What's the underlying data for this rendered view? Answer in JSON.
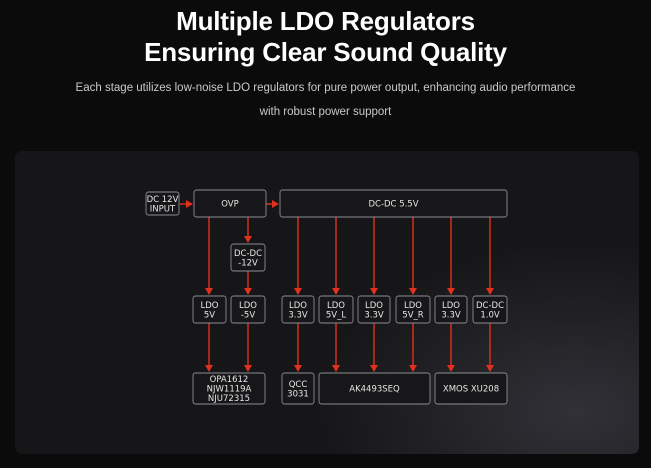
{
  "header": {
    "title_line1": "Multiple LDO Regulators",
    "title_line2": "Ensuring Clear Sound Quality",
    "subtitle_line1": "Each stage utilizes low-noise LDO regulators for pure power output, enhancing audio performance",
    "subtitle_line2": "with robust power support"
  },
  "diagram": {
    "arrow_color": "#e0301e",
    "nodes": {
      "dc_input": [
        "DC 12V",
        "INPUT"
      ],
      "ovp": [
        "OVP"
      ],
      "dcdc_55": [
        "DC-DC 5.5V"
      ],
      "dcdc_m12": [
        "DC-DC",
        "-12V"
      ],
      "ldo_5v": [
        "LDO",
        "5V"
      ],
      "ldo_m5v": [
        "LDO",
        "-5V"
      ],
      "ldo_33_a": [
        "LDO",
        "3.3V"
      ],
      "ldo_5v_l": [
        "LDO",
        "5V_L"
      ],
      "ldo_33_b": [
        "LDO",
        "3.3V"
      ],
      "ldo_5v_r": [
        "LDO",
        "5V_R"
      ],
      "ldo_33_c": [
        "LDO",
        "3.3V"
      ],
      "dcdc_10": [
        "DC-DC",
        "1.0V"
      ],
      "opa": [
        "OPA1612",
        "NJW1119A",
        "NJU72315"
      ],
      "qcc": [
        "QCC",
        "3031"
      ],
      "ak": [
        "AK4493SEQ"
      ],
      "xmos": [
        "XMOS XU208"
      ]
    }
  }
}
